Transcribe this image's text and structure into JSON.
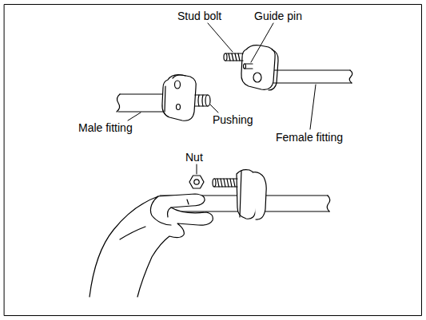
{
  "diagram": {
    "labels": [
      "Stud bolt",
      "Guide pin",
      "Male fitting",
      "Pushing",
      "Female fitting",
      "Nut"
    ]
  }
}
